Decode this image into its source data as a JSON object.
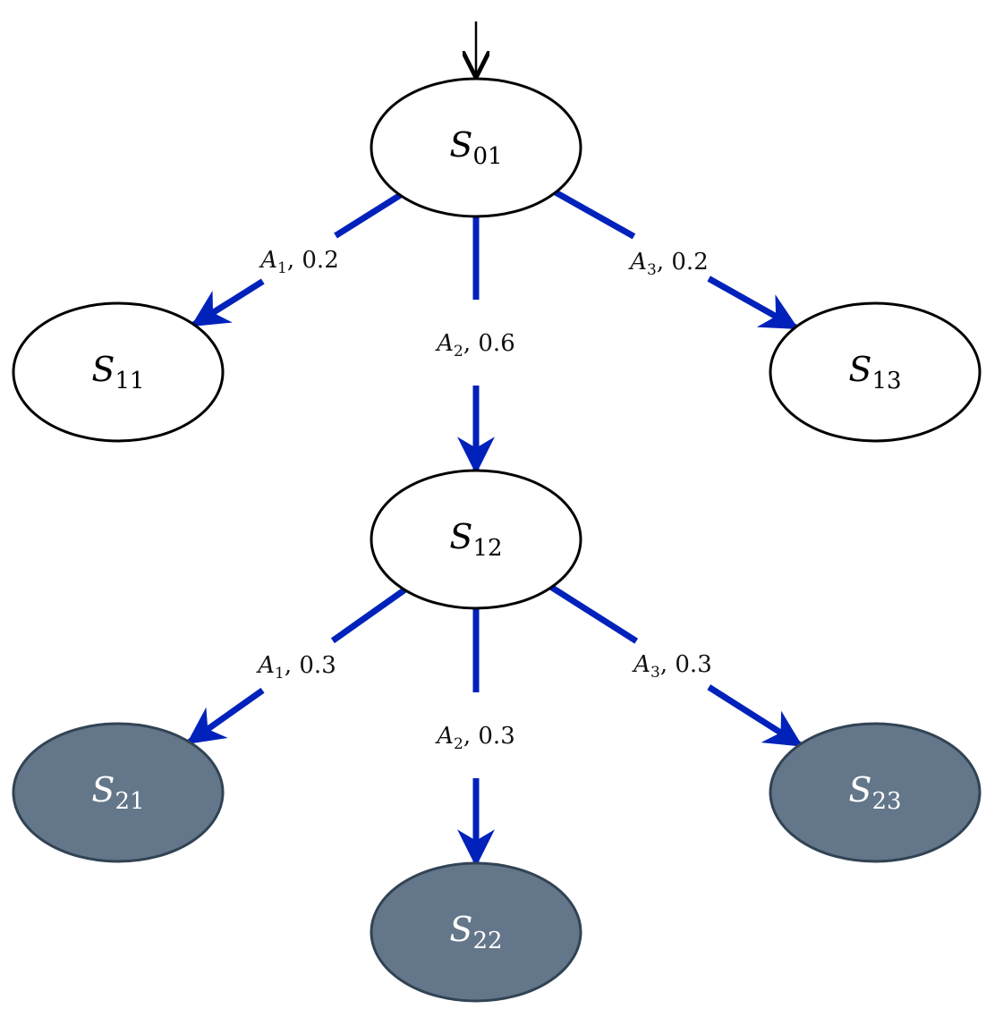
{
  "colors": {
    "edge": "#0022bb",
    "node_fill_default": "#ffffff",
    "node_fill_terminal": "#647689",
    "node_stroke_default": "#000000",
    "node_stroke_terminal": "#314354",
    "node_text_default": "#000000",
    "node_text_terminal": "#ffffff",
    "start_arrow": "#000000"
  },
  "nodes": [
    {
      "id": "s01",
      "letter": "S",
      "sub": "01",
      "terminal": false
    },
    {
      "id": "s11",
      "letter": "S",
      "sub": "11",
      "terminal": false
    },
    {
      "id": "s12",
      "letter": "S",
      "sub": "12",
      "terminal": false
    },
    {
      "id": "s13",
      "letter": "S",
      "sub": "13",
      "terminal": false
    },
    {
      "id": "s21",
      "letter": "S",
      "sub": "21",
      "terminal": true
    },
    {
      "id": "s22",
      "letter": "S",
      "sub": "22",
      "terminal": true
    },
    {
      "id": "s23",
      "letter": "S",
      "sub": "23",
      "terminal": true
    }
  ],
  "edges": [
    {
      "from": "s01",
      "to": "s11",
      "action": "A",
      "action_sub": "1",
      "prob": "0.2"
    },
    {
      "from": "s01",
      "to": "s12",
      "action": "A",
      "action_sub": "2",
      "prob": "0.6"
    },
    {
      "from": "s01",
      "to": "s13",
      "action": "A",
      "action_sub": "3",
      "prob": "0.2"
    },
    {
      "from": "s12",
      "to": "s21",
      "action": "A",
      "action_sub": "1",
      "prob": "0.3"
    },
    {
      "from": "s12",
      "to": "s22",
      "action": "A",
      "action_sub": "2",
      "prob": "0.3"
    },
    {
      "from": "s12",
      "to": "s23",
      "action": "A",
      "action_sub": "3",
      "prob": "0.3"
    }
  ],
  "start": {
    "to": "s01"
  }
}
